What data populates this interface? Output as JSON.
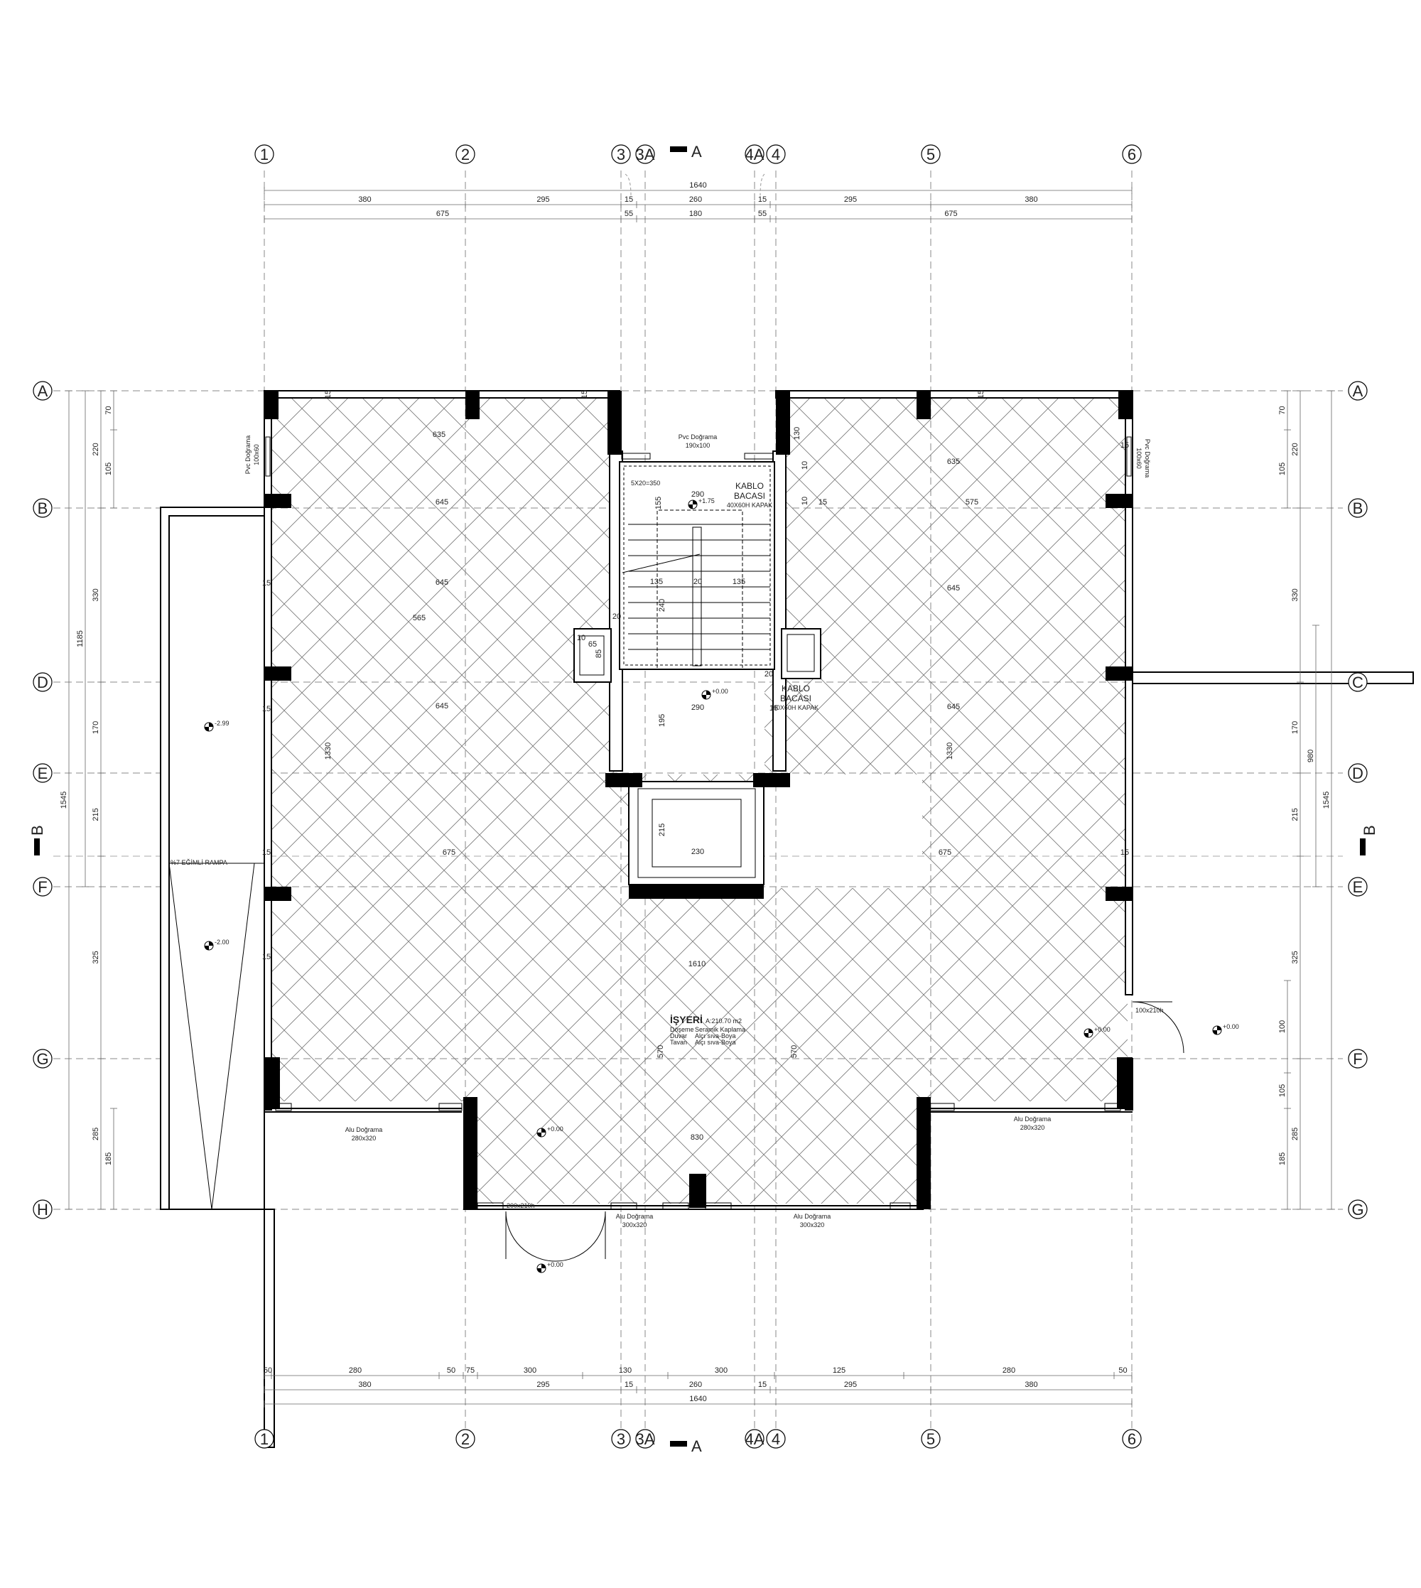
{
  "grid": {
    "columns": [
      "1",
      "2",
      "3",
      "3A",
      "4A",
      "4",
      "5",
      "6"
    ],
    "rows_left": [
      "A",
      "B",
      "D",
      "E",
      "F",
      "G",
      "H"
    ],
    "rows_right": [
      "A",
      "B",
      "C",
      "D",
      "E",
      "F",
      "G"
    ]
  },
  "section_markers": {
    "a": "A",
    "b": "B"
  },
  "dims_top": {
    "total": "1640",
    "row1": [
      "380",
      "295",
      "15",
      "260",
      "15",
      "295",
      "380"
    ],
    "row2": [
      "675",
      "55",
      "180",
      "55",
      "675"
    ]
  },
  "dims_bottom": {
    "row1": [
      "50",
      "280",
      "50",
      "75",
      "300",
      "130",
      "300",
      "125",
      "280",
      "50"
    ],
    "row2": [
      "380",
      "295",
      "15",
      "260",
      "15",
      "295",
      "380"
    ],
    "total": "1640"
  },
  "dims_left": {
    "outer": [
      "1545"
    ],
    "mid": [
      "1185"
    ],
    "inner": [
      "220",
      "330",
      "170",
      "215",
      "325",
      "285"
    ],
    "small": [
      "70",
      "105",
      "185"
    ]
  },
  "dims_right": {
    "outer": [
      "1545"
    ],
    "mid": [
      "980"
    ],
    "inner": [
      "220",
      "330",
      "170",
      "215",
      "325",
      "285"
    ],
    "small": [
      "70",
      "105",
      "100",
      "105",
      "185"
    ]
  },
  "interior_dims": [
    "635",
    "645",
    "645",
    "565",
    "645",
    "675",
    "1330",
    "635",
    "575",
    "645",
    "645",
    "675",
    "1330",
    "1610",
    "570",
    "570",
    "830",
    "290",
    "290",
    "135",
    "135",
    "20",
    "155",
    "240",
    "195",
    "215",
    "230",
    "10",
    "65",
    "85",
    "20",
    "20",
    "130",
    "10",
    "10",
    "15",
    "15",
    "15",
    "15",
    "15",
    "15",
    "15",
    "15",
    "15",
    "15",
    "15"
  ],
  "labels": {
    "window_top": "Pvc Doğrama",
    "window_top_size": "190x100",
    "window_left": "Pvc Doğrama",
    "window_left_size": "100x60",
    "window_right": "Pvc Doğrama",
    "window_right_size": "100x60",
    "stair_note": "5X20=350",
    "cable_shaft_1_line1": "KABLO",
    "cable_shaft_1_line2": "BACASI",
    "cable_shaft_1_line3": "40X60H KAPAK",
    "cable_shaft_2_line1": "KABLO",
    "cable_shaft_2_line2": "BACASI",
    "cable_shaft_2_line3": "40X60H KAPAK",
    "ramp": "%7 EĞİMLİ RAMPA",
    "room_name": "İŞYERİ",
    "room_area": "A:210.70 m2",
    "finish_rows": [
      [
        "Döşeme",
        "Seramik Kaplama"
      ],
      [
        "Duvar",
        "Alçı sıva-Boya"
      ],
      [
        "Tavan",
        "Alçı sıva-Boya"
      ]
    ],
    "alu_left": "Alu Doğrama",
    "alu_left_size": "280x320",
    "alu_right": "Alu Doğrama",
    "alu_right_size": "280x320",
    "alu_bottom_1": "Alu Doğrama",
    "alu_bottom_1_size": "300x320",
    "alu_bottom_2": "Alu Doğrama",
    "alu_bottom_2_size": "300x320",
    "door_1": "200x210h",
    "door_2": "100x210h"
  },
  "levels": [
    "+1.75",
    "+0.00",
    "-2.99",
    "-2.00",
    "+0.00",
    "+0.00",
    "+0.00",
    "+0.00"
  ]
}
